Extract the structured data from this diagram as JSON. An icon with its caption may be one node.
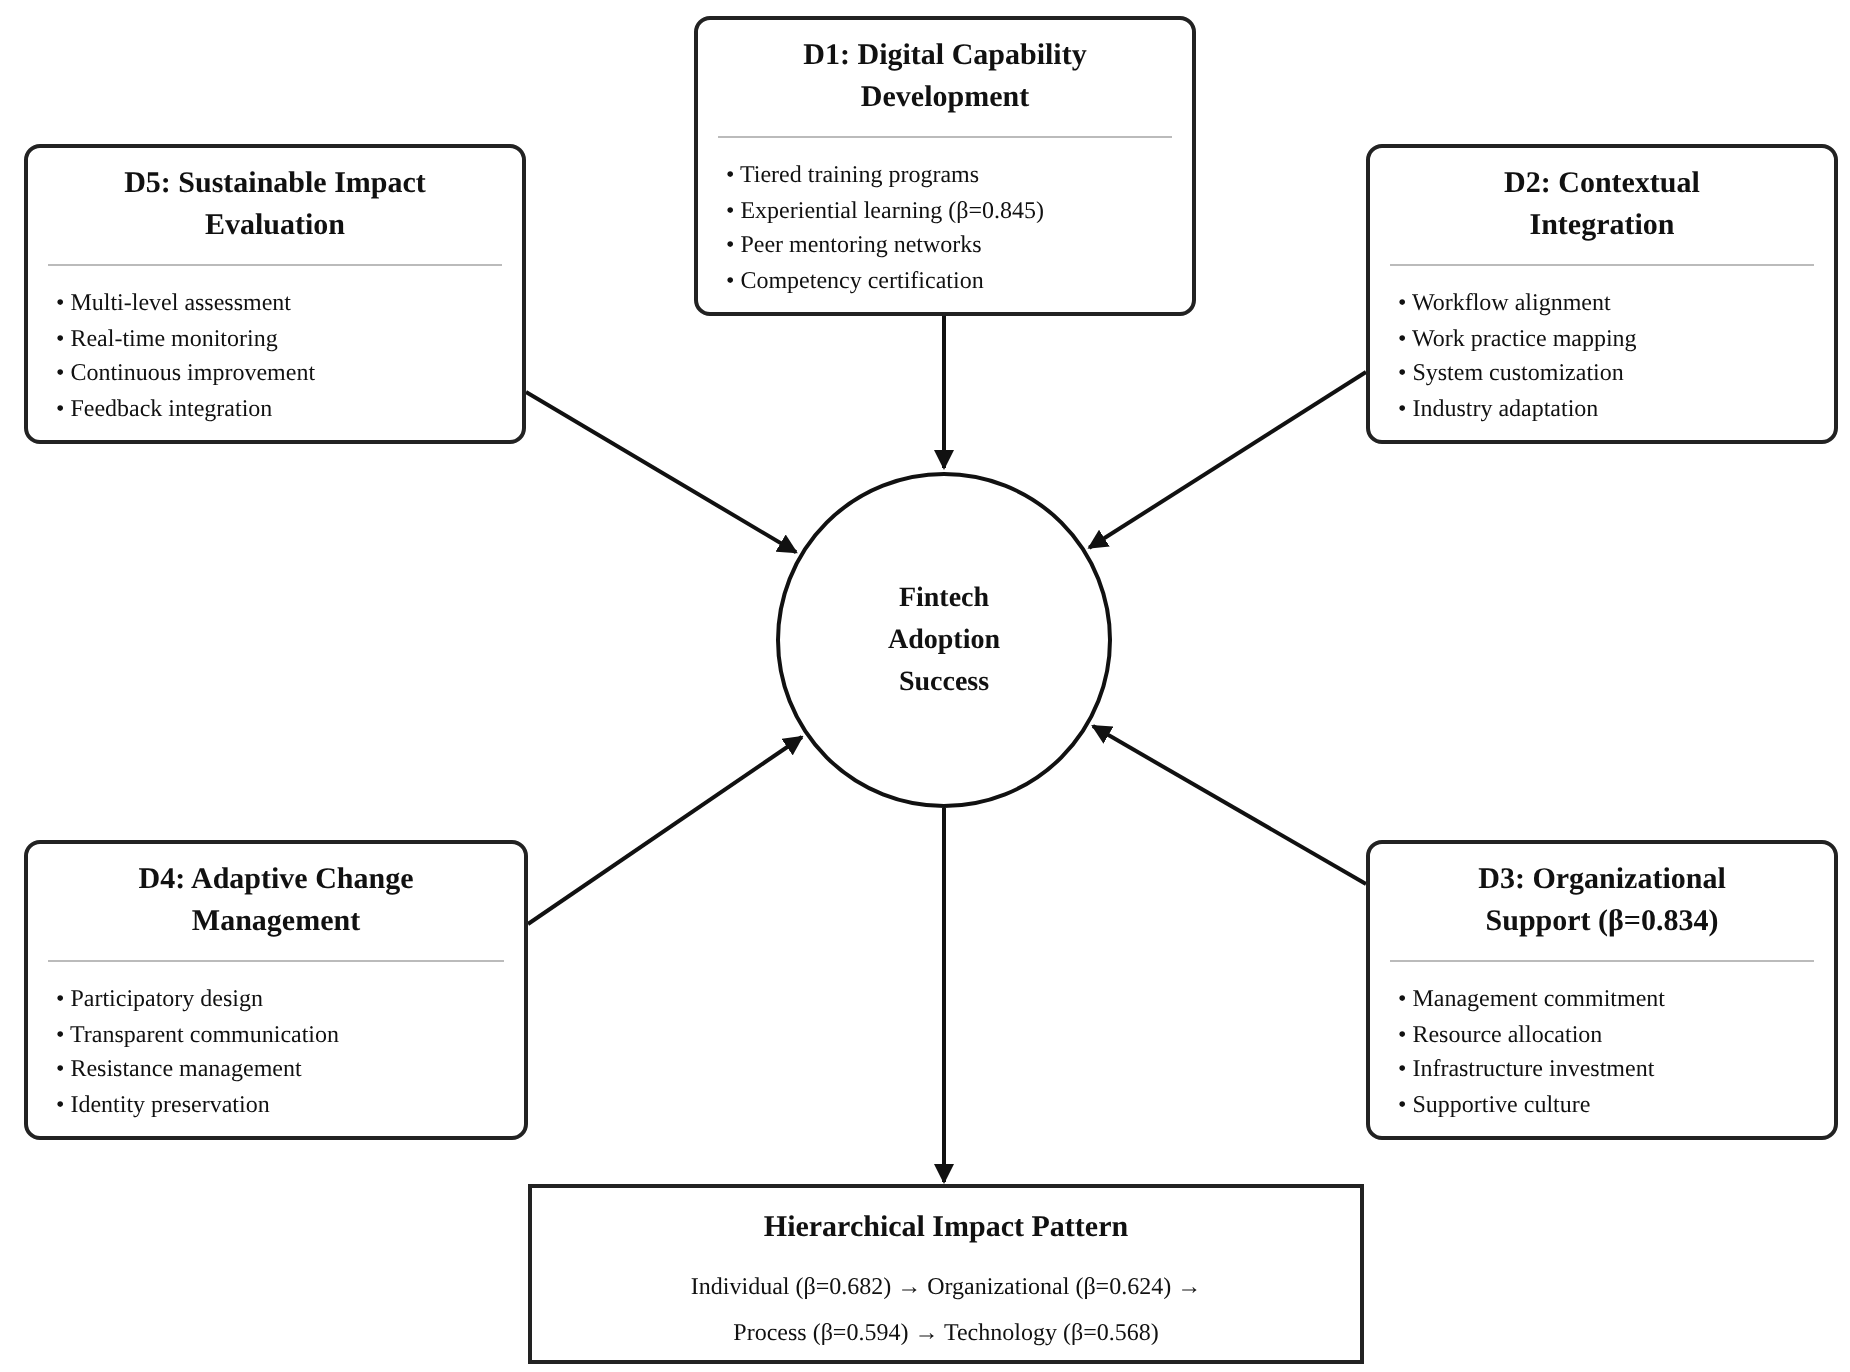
{
  "diagram": {
    "nodes": [
      {
        "text": [
          "D1: Digital Capability Development",
          "• Tiered training programs",
          "• Experiential learning (β=0.845)",
          "• Peer mentoring networks",
          "• Competency certification"
        ]
      },
      {
        "text": [
          "D5: Sustainable Impact Evaluation",
          "• Multi-level assessment",
          "• Real-time monitoring",
          "• Continuous improvement",
          "• Feedback integration"
        ]
      },
      {
        "text": [
          "D2: Contextual Integration",
          "• Workflow alignment",
          "• Work practice mapping",
          "• System customization",
          "• Industry adaptation"
        ]
      },
      {
        "text": [
          "Fintech Adoption Success"
        ]
      },
      {
        "text": [
          "D4: Adaptive Change Management",
          "• Participatory design",
          "• Transparent communication",
          "• Resistance management",
          "• Identity preservation"
        ]
      },
      {
        "text": [
          "D3: Organizational Support (β=0.834)",
          "• Management commitment",
          "• Resource allocation",
          "• Infrastructure investment",
          "• Supportive culture"
        ]
      },
      {
        "text": [
          "Hierarchical Impact Pattern",
          "Individual (β=0.682) → Organizational (β=0.624) → Process (β=0.594) → Technology (β=0.568)"
        ]
      }
    ],
    "edges": [
      {
        "from": 0,
        "to": 3,
        "arrow": "to"
      },
      {
        "from": 1,
        "to": 3,
        "arrow": "to"
      },
      {
        "from": 2,
        "to": 3,
        "arrow": "to"
      },
      {
        "from": 4,
        "to": 3,
        "arrow": "to"
      },
      {
        "from": 5,
        "to": 3,
        "arrow": "to"
      },
      {
        "from": 3,
        "to": 6,
        "arrow": "to"
      }
    ]
  }
}
